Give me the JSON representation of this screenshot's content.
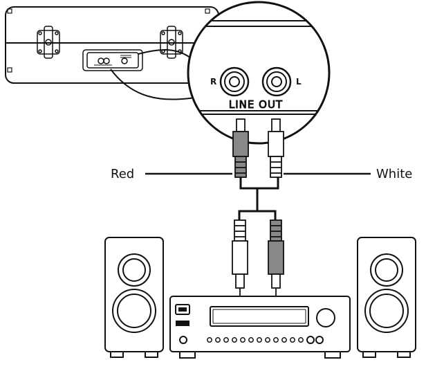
{
  "labels": {
    "red": "Red",
    "white": "White",
    "jack_right": "R",
    "jack_left": "L",
    "line_out": "LINE OUT"
  },
  "colors": {
    "red_plug": "#888888",
    "white_plug": "#ffffff",
    "outline": "#111111"
  }
}
